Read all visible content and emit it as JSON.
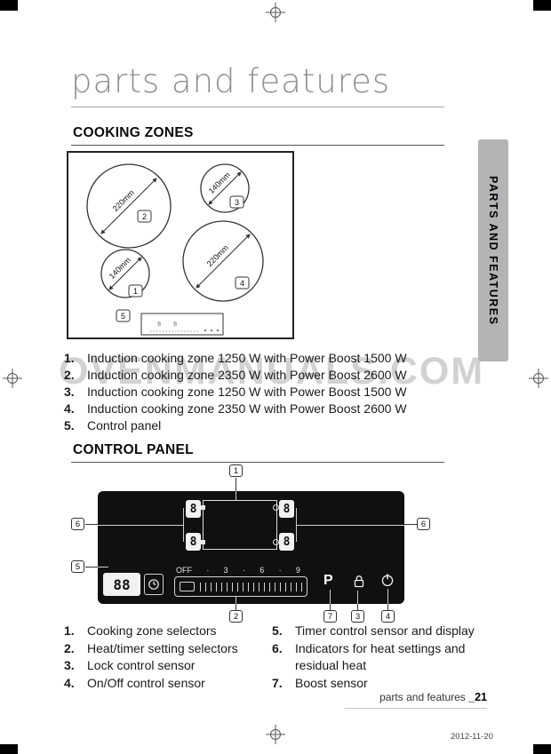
{
  "page": {
    "title": "parts and features",
    "watermark": "OVENMANUALS.COM",
    "sidebar_tab": "PARTS AND FEATURES",
    "footer_label": "parts and features ",
    "footer_page": "_21",
    "date": "2012-11-20"
  },
  "cooking_zones": {
    "heading": "COOKING ZONES",
    "zones": [
      {
        "label": "220mm",
        "callout": "2"
      },
      {
        "label": "140mm",
        "callout": "3"
      },
      {
        "label": "140mm",
        "callout": "1"
      },
      {
        "label": "220mm",
        "callout": "4"
      }
    ],
    "panel_callout": "5",
    "mini_digits": [
      "8",
      "8"
    ],
    "items": [
      {
        "num": "1.",
        "text": "Induction cooking zone 1250 W with Power Boost 1500 W"
      },
      {
        "num": "2.",
        "text": "Induction cooking zone 2350 W with Power Boost 2600 W"
      },
      {
        "num": "3.",
        "text": "Induction cooking zone 1250 W with Power Boost 1500 W"
      },
      {
        "num": "4.",
        "text": "Induction cooking zone 2350 W with Power Boost 2600 W"
      },
      {
        "num": "5.",
        "text": "Control panel"
      }
    ]
  },
  "control_panel": {
    "heading": "CONTROL PANEL",
    "display_digit": "8",
    "timer_display": "88",
    "boost_label": "P",
    "slider_labels": [
      "OFF",
      "·",
      "3",
      "·",
      "6",
      "·",
      "9"
    ],
    "callouts": {
      "c1": "1",
      "c2": "2",
      "c3": "3",
      "c4": "4",
      "c5": "5",
      "c6": "6",
      "c7": "7"
    },
    "items_left": [
      {
        "num": "1.",
        "text": "Cooking zone selectors"
      },
      {
        "num": "2.",
        "text": "Heat/timer setting selectors"
      },
      {
        "num": "3.",
        "text": "Lock control sensor"
      },
      {
        "num": "4.",
        "text": "On/Off control sensor"
      }
    ],
    "items_right": [
      {
        "num": "5.",
        "text": "Timer control sensor and display"
      },
      {
        "num": "6.",
        "text": "Indicators for heat settings and residual heat"
      },
      {
        "num": "7.",
        "text": "Boost sensor"
      }
    ]
  }
}
